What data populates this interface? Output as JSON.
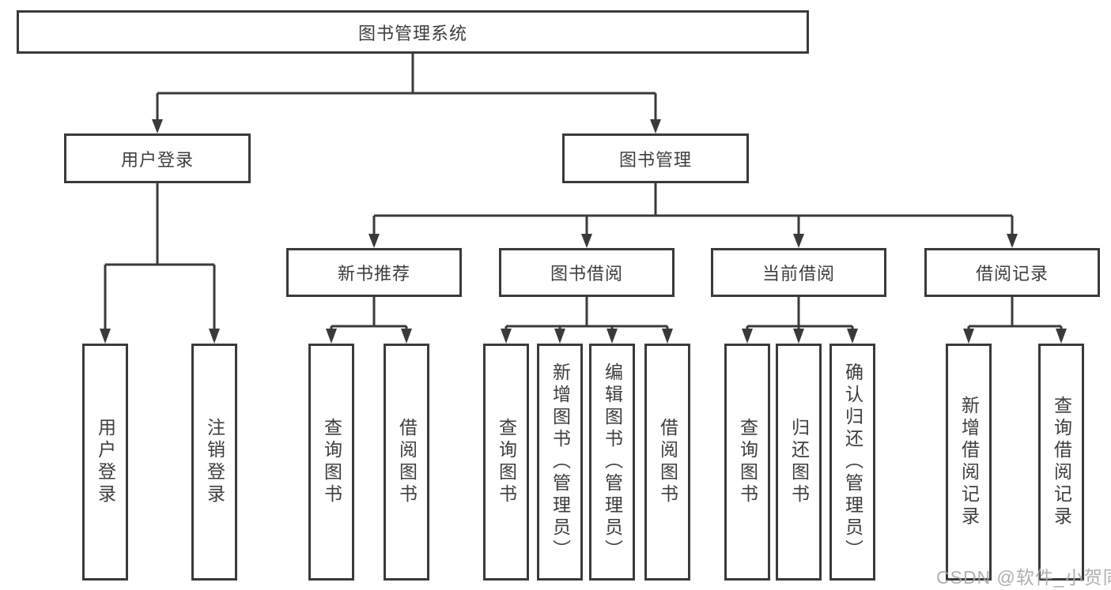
{
  "diagram": {
    "title": "图书管理系统",
    "level1": [
      "用户登录",
      "图书管理"
    ],
    "level2": [
      "新书推荐",
      "图书借阅",
      "当前借阅",
      "借阅记录"
    ],
    "leaves_user": [
      "用户登录",
      "注销登录"
    ],
    "leaves_recommend": [
      "查询图书",
      "借阅图书"
    ],
    "leaves_borrow": [
      "查询图书",
      "新增图书（管理员）",
      "编辑图书（管理员）",
      "借阅图书"
    ],
    "leaves_current": [
      "查询图书",
      "归还图书",
      "确认归还（管理员）"
    ],
    "leaves_records": [
      "新增借阅记录",
      "查询借阅记录"
    ],
    "watermark": "CSDN @软件_小贺同学",
    "colors": {
      "line": "#3a3a3a",
      "box_border": "#3a3a3a",
      "text": "#3d3d3d",
      "watermark": "#a8a8a8",
      "background": "#ffffff"
    }
  }
}
